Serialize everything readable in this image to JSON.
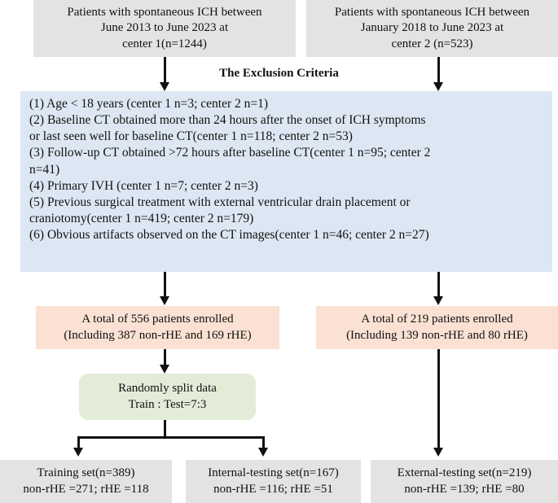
{
  "figure": {
    "type": "flowchart",
    "title": "Patient enrollment and data split flowchart"
  },
  "sources": {
    "center1": {
      "line1": "Patients with spontaneous ICH between",
      "line2": "June 2013 to June 2023 at",
      "line3": "center 1(n=1244)"
    },
    "center2": {
      "line1": "Patients with spontaneous ICH between",
      "line2": "January 2018 to June 2023 at",
      "line3": "center 2 (n=523)"
    }
  },
  "exclusion": {
    "heading": "The Exclusion Criteria",
    "items": [
      "(1) Age < 18 years (center 1  n=3; center 2 n=1)",
      "(2) Baseline CT obtained more than 24 hours after the onset of ICH symptoms",
      "or last seen well for baseline CT(center 1 n=118; center 2 n=53)",
      "(3) Follow-up CT obtained >72 hours after baseline CT(center 1 n=95; center 2",
      "n=41)",
      "(4) Primary IVH (center 1 n=7; center 2 n=3)",
      "(5) Previous surgical treatment with external ventricular drain placement or",
      "craniotomy(center 1 n=419; center 2 n=179)",
      "(6) Obvious artifacts observed on the CT images(center 1 n=46; center 2 n=27)"
    ]
  },
  "enrolled": {
    "center1": {
      "line1": "A total of 556 patients enrolled",
      "line2": "(Including 387 non-rHE and 169 rHE)"
    },
    "center2": {
      "line1": "A total of 219 patients enrolled",
      "line2": "(Including 139 non-rHE and 80 rHE)"
    }
  },
  "split": {
    "line1": "Randomly split data",
    "line2": "Train : Test=7:3"
  },
  "sets": {
    "training": {
      "line1": "Training set(n=389)",
      "line2": "non-rHE =271; rHE =118"
    },
    "internal_testing": {
      "line1": "Internal-testing set(n=167)",
      "line2": "non-rHE =116; rHE =51"
    },
    "external_testing": {
      "line1": "External-testing set(n=219)",
      "line2": "non-rHE =139; rHE =80"
    }
  },
  "colors": {
    "source_box": "#e3e3e3",
    "exclusion_box": "#dde7f3",
    "enrolled_box": "#fae1d3",
    "split_box": "#e2ecd7",
    "set_box": "#e3e3e3",
    "connector": "#111111"
  }
}
